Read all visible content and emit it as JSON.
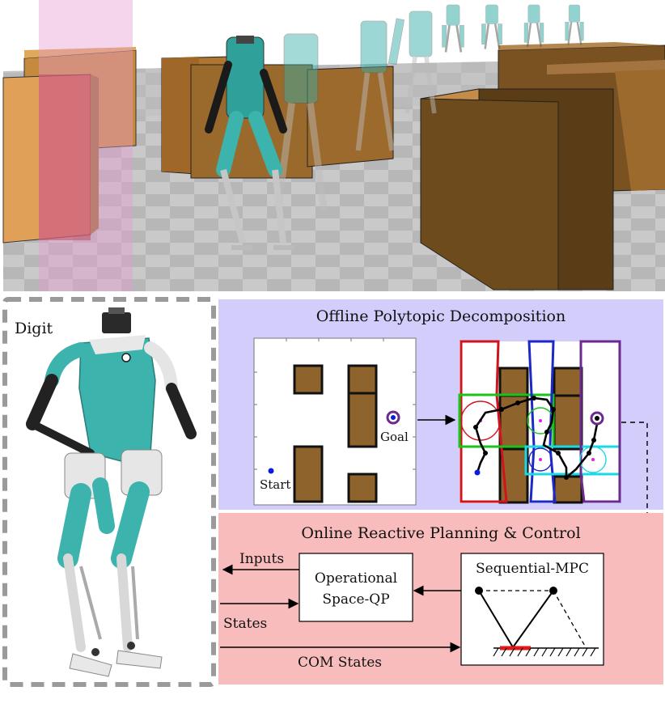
{
  "digit_panel": {
    "label": "Digit"
  },
  "offline": {
    "title": "Offline Polytopic Decomposition",
    "start_label": "Start",
    "goal_label": "Goal"
  },
  "online": {
    "title": "Online Reactive Planning & Control",
    "qp_line1": "Operational",
    "qp_line2": "Space-QP",
    "mpc_label": "Sequential-MPC",
    "inputs_label": "Inputs",
    "states_label": "States",
    "com_states_label": "COM States"
  },
  "colors": {
    "offline_bg": "#d2cdfb",
    "online_bg": "#f8bcbc",
    "box": "#8f632c",
    "robot_teal": "#3cb3ad",
    "red_region": "#d0141c",
    "green_region": "#19c31c",
    "blue_region": "#1d28c8",
    "cyan_region": "#1ad8e4",
    "purple_region": "#6a2a8e"
  }
}
